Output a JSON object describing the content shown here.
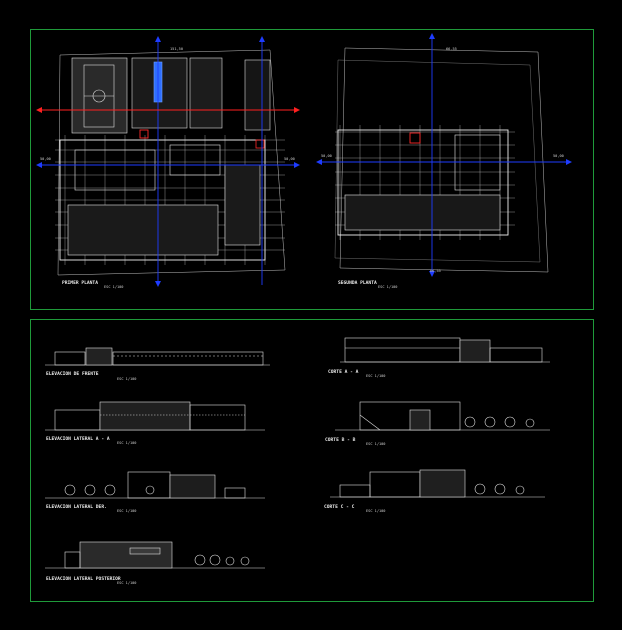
{
  "drawing": {
    "plan_left": {
      "title": "PRIMER PLANTA",
      "scale": "ESC 1/100",
      "dim_top": "151,50",
      "dim_left": "50,00",
      "dim_right": "50,00"
    },
    "plan_right": {
      "title": "SEGUNDA PLANTA",
      "scale": "ESC 1/100",
      "dim_top": "66,55",
      "dim_bottom": "66,55",
      "dim_left": "50,00",
      "dim_right": "50,00"
    },
    "elevations": [
      {
        "title": "ELEVACION DE FRENTE",
        "scale": "ESC 1/100"
      },
      {
        "title": "ELEVACION LATERAL A - A",
        "scale": "ESC 1/100"
      },
      {
        "title": "ELEVACION LATERAL DER.",
        "scale": "ESC 1/100"
      },
      {
        "title": "ELEVACION LATERAL POSTERIOR",
        "scale": "ESC 1/100"
      }
    ],
    "sections": [
      {
        "title": "CORTE A - A",
        "scale": "ESC 1/100"
      },
      {
        "title": "CORTE B - B",
        "scale": "ESC 1/100"
      },
      {
        "title": "CORTE C - C",
        "scale": "ESC 1/100"
      }
    ],
    "colors": {
      "background": "#000000",
      "frame": "#1f9a3a",
      "linework": "#e6e6e6",
      "axis_blue": "#1e3cff",
      "axis_red": "#ff2020"
    }
  }
}
